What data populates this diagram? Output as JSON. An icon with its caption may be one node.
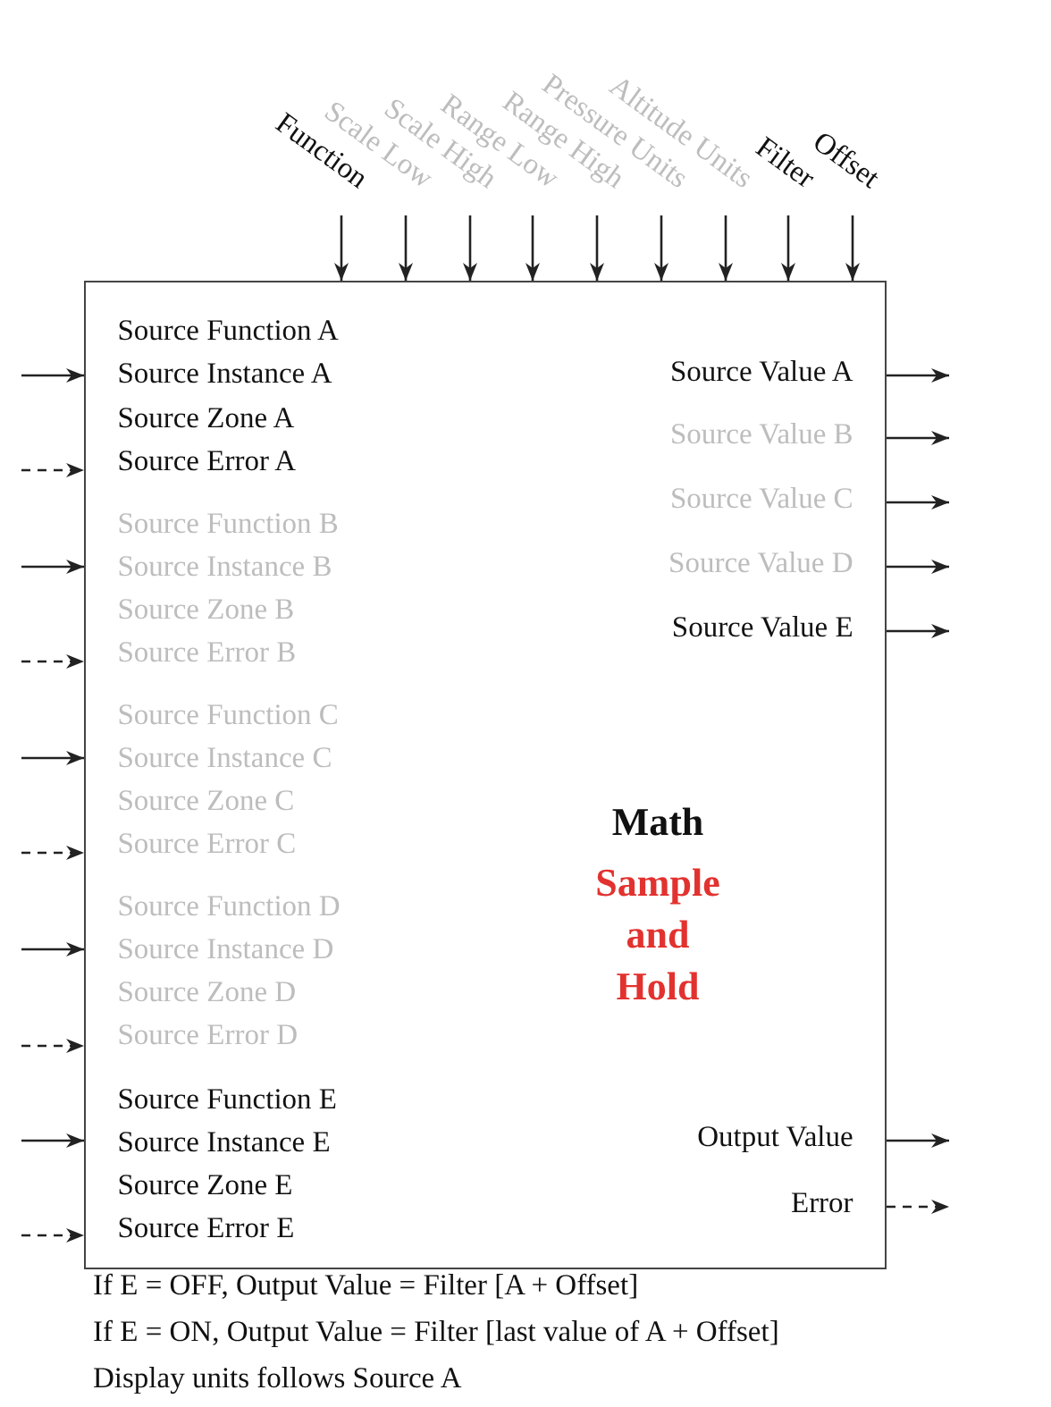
{
  "diagram": {
    "nodes": [
      {
        "text": [
          "Function"
        ]
      },
      {
        "text": [
          "Scale Low"
        ]
      },
      {
        "text": [
          "Scale High"
        ]
      },
      {
        "text": [
          "Range Low"
        ]
      },
      {
        "text": [
          "Range High"
        ]
      },
      {
        "text": [
          "Pressure Units"
        ]
      },
      {
        "text": [
          "Altitude Units"
        ]
      },
      {
        "text": [
          "Filter"
        ]
      },
      {
        "text": [
          "Offset"
        ]
      },
      {
        "text": [
          "Math",
          "Sample and Hold"
        ]
      },
      {
        "text": [
          "Source Function A"
        ],
        "in": 9
      },
      {
        "text": [
          "Source Instance A"
        ],
        "in": 9
      },
      {
        "text": [
          "Source Zone A"
        ],
        "in": 9
      },
      {
        "text": [
          "Source Error A"
        ],
        "in": 9
      },
      {
        "text": [
          "Source Function B"
        ],
        "in": 9
      },
      {
        "text": [
          "Source Instance B"
        ],
        "in": 9
      },
      {
        "text": [
          "Source Zone B"
        ],
        "in": 9
      },
      {
        "text": [
          "Source Error B"
        ],
        "in": 9
      },
      {
        "text": [
          "Source Function C"
        ],
        "in": 9
      },
      {
        "text": [
          "Source Instance C"
        ],
        "in": 9
      },
      {
        "text": [
          "Source Zone C"
        ],
        "in": 9
      },
      {
        "text": [
          "Source Error C"
        ],
        "in": 9
      },
      {
        "text": [
          "Source Function D"
        ],
        "in": 9
      },
      {
        "text": [
          "Source Instance D"
        ],
        "in": 9
      },
      {
        "text": [
          "Source Zone D"
        ],
        "in": 9
      },
      {
        "text": [
          "Source Error D"
        ],
        "in": 9
      },
      {
        "text": [
          "Source Function E"
        ],
        "in": 9
      },
      {
        "text": [
          "Source Instance E"
        ],
        "in": 9
      },
      {
        "text": [
          "Source Zone E"
        ],
        "in": 9
      },
      {
        "text": [
          "Source Error E"
        ],
        "in": 9
      },
      {
        "text": [
          "Source Value A"
        ],
        "in": 9
      },
      {
        "text": [
          "Source Value B"
        ],
        "in": 9
      },
      {
        "text": [
          "Source Value C"
        ],
        "in": 9
      },
      {
        "text": [
          "Source Value D"
        ],
        "in": 9
      },
      {
        "text": [
          "Source Value E"
        ],
        "in": 9
      },
      {
        "text": [
          "Output Value"
        ],
        "in": 9
      },
      {
        "text": [
          "Error"
        ],
        "in": 9
      }
    ],
    "edges": [
      {
        "from": 0,
        "to": 9,
        "arrow": "to"
      },
      {
        "from": 1,
        "to": 9,
        "arrow": "to"
      },
      {
        "from": 2,
        "to": 9,
        "arrow": "to"
      },
      {
        "from": 3,
        "to": 9,
        "arrow": "to"
      },
      {
        "from": 4,
        "to": 9,
        "arrow": "to"
      },
      {
        "from": 5,
        "to": 9,
        "arrow": "to"
      },
      {
        "from": 6,
        "to": 9,
        "arrow": "to"
      },
      {
        "from": 7,
        "to": 9,
        "arrow": "to"
      },
      {
        "from": 8,
        "to": 9,
        "arrow": "to"
      },
      {
        "from": null,
        "to": 9,
        "arrow": "to"
      },
      {
        "from": null,
        "to": 9,
        "arrow": "to",
        "style": "dashed"
      },
      {
        "from": null,
        "to": 9,
        "arrow": "to"
      },
      {
        "from": null,
        "to": 9,
        "arrow": "to",
        "style": "dashed"
      },
      {
        "from": null,
        "to": 9,
        "arrow": "to"
      },
      {
        "from": null,
        "to": 9,
        "arrow": "to",
        "style": "dashed"
      },
      {
        "from": null,
        "to": 9,
        "arrow": "to"
      },
      {
        "from": null,
        "to": 9,
        "arrow": "to",
        "style": "dashed"
      },
      {
        "from": null,
        "to": 9,
        "arrow": "to"
      },
      {
        "from": null,
        "to": 9,
        "arrow": "to",
        "style": "dashed"
      },
      {
        "from": 9,
        "to": null,
        "arrow": "to"
      },
      {
        "from": 9,
        "to": null,
        "arrow": "to"
      },
      {
        "from": 9,
        "to": null,
        "arrow": "to"
      },
      {
        "from": 9,
        "to": null,
        "arrow": "to"
      },
      {
        "from": 9,
        "to": null,
        "arrow": "to"
      },
      {
        "from": 9,
        "to": null,
        "arrow": "to"
      },
      {
        "from": 9,
        "to": null,
        "arrow": "to",
        "style": "dashed"
      }
    ],
    "labels": [
      "If E = OFF, Output Value = Filter [A + Offset]",
      "If E = ON, Output Value = Filter [last value of A + Offset]",
      "Display units follows Source A"
    ]
  }
}
